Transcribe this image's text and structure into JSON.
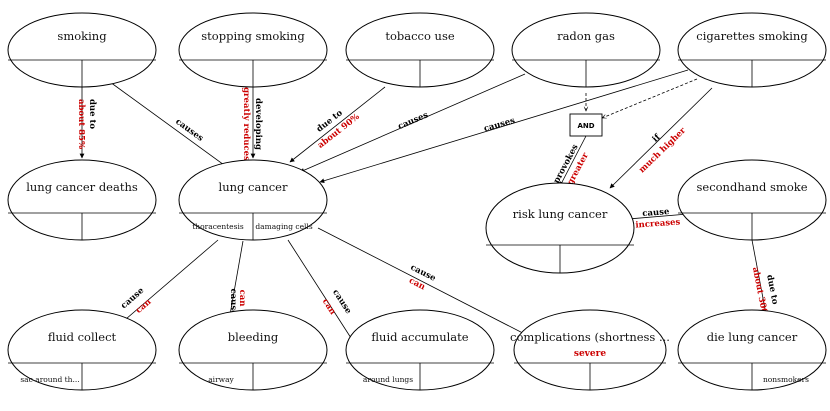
{
  "nodes": {
    "smoking": {
      "title": "smoking"
    },
    "stopping": {
      "title": "stopping smoking"
    },
    "tobacco": {
      "title": "tobacco use"
    },
    "radon": {
      "title": "radon gas"
    },
    "cigarettes": {
      "title": "cigarettes smoking"
    },
    "deaths": {
      "title": "lung cancer deaths"
    },
    "lungcancer": {
      "title": "lung cancer",
      "left": "thoracentesis",
      "right": "damaging cells"
    },
    "risk": {
      "title": "risk lung cancer"
    },
    "secondhand": {
      "title": "secondhand smoke"
    },
    "fluidcollect": {
      "title": "fluid collect",
      "left": "sac around th..."
    },
    "bleeding": {
      "title": "bleeding",
      "left": "airway"
    },
    "fluidaccum": {
      "title": "fluid accumulate",
      "right": "around lungs"
    },
    "complications": {
      "title": "complications (shortness ...",
      "extra": "severe"
    },
    "die": {
      "title": "die lung cancer",
      "right": "nonsmokers"
    }
  },
  "edges": {
    "smoking_deaths": {
      "label": "due to",
      "qualifier": "about 85%"
    },
    "smoking_lc": {
      "label": "causes"
    },
    "stopping_lc": {
      "label": "developing",
      "qualifier": "greatly reduces"
    },
    "tobacco_lc": {
      "label": "due to",
      "qualifier": "about 90%"
    },
    "radon_lc": {
      "label": "causes"
    },
    "cig_lc": {
      "label": "causes"
    },
    "and_risk": {
      "label": "provokes",
      "qualifier": "greater"
    },
    "cig_risk": {
      "label": "if",
      "qualifier": "much higher"
    },
    "second_risk": {
      "label": "cause",
      "qualifier": "increases"
    },
    "second_die": {
      "label": "due to",
      "qualifier": "about 3000"
    },
    "lc_fluidcollect": {
      "label": "cause",
      "qualifier": "can"
    },
    "lc_bleeding": {
      "label": "cause",
      "qualifier": "can"
    },
    "lc_fluidaccum": {
      "label": "cause",
      "qualifier": "can"
    },
    "lc_complications": {
      "label": "cause",
      "qualifier": "can"
    }
  },
  "and_gate": {
    "label": "AND"
  },
  "colors": {
    "qualifier": "#cc0000",
    "line": "#000000"
  }
}
